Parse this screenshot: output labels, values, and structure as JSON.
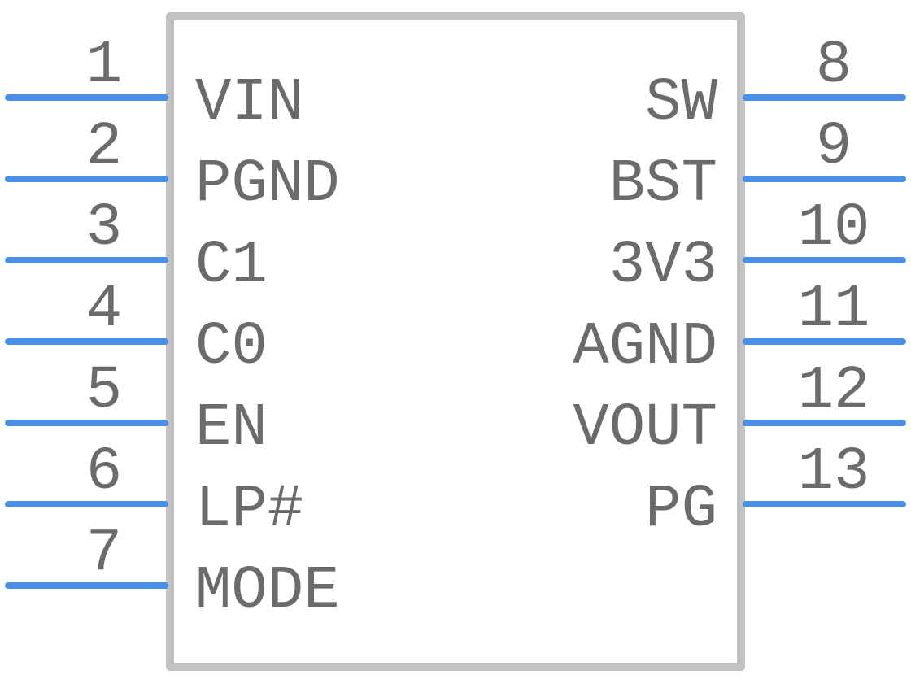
{
  "colors": {
    "body_outline": "#c2c2c2",
    "pin_line": "#4a90e8",
    "text": "#6b6b6b",
    "background": "#ffffff"
  },
  "pins_left": [
    {
      "number": "1",
      "name": "VIN"
    },
    {
      "number": "2",
      "name": "PGND"
    },
    {
      "number": "3",
      "name": "C1"
    },
    {
      "number": "4",
      "name": "C0"
    },
    {
      "number": "5",
      "name": "EN"
    },
    {
      "number": "6",
      "name": "LP#"
    },
    {
      "number": "7",
      "name": "MODE"
    }
  ],
  "pins_right": [
    {
      "number": "8",
      "name": "SW"
    },
    {
      "number": "9",
      "name": "BST"
    },
    {
      "number": "10",
      "name": "3V3"
    },
    {
      "number": "11",
      "name": "AGND"
    },
    {
      "number": "12",
      "name": "VOUT"
    },
    {
      "number": "13",
      "name": "PG"
    }
  ]
}
